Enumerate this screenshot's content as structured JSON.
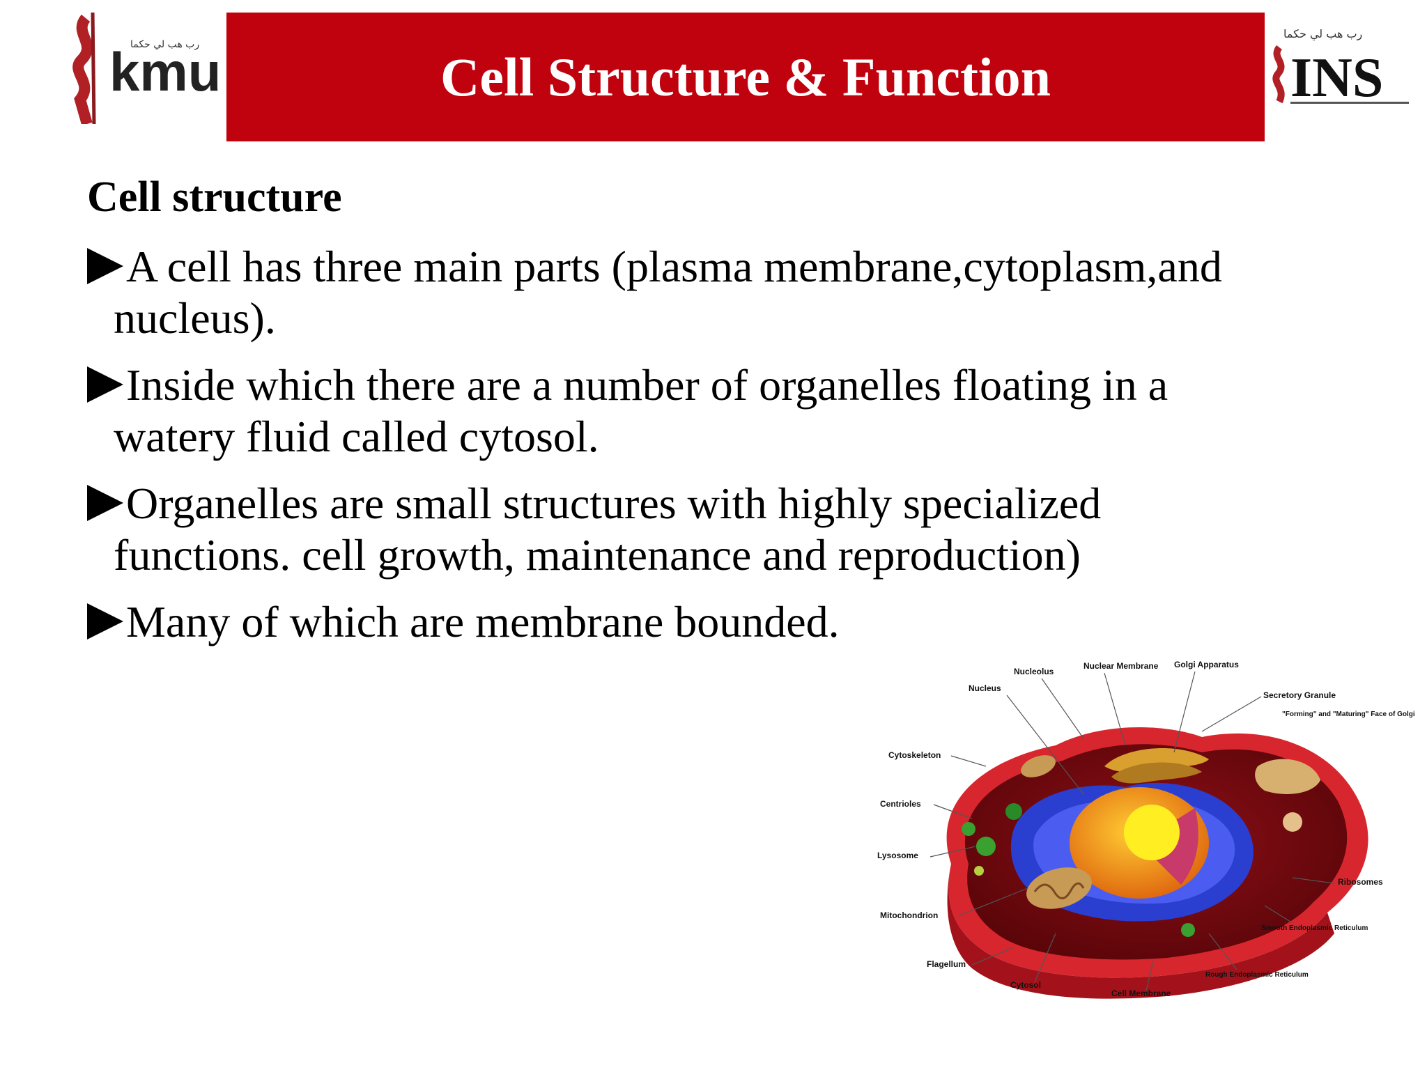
{
  "header": {
    "title": "Cell Structure & Function",
    "left_logo_text": "kmu",
    "left_logo_caption": "رب هب لي حكما",
    "right_logo_text": "INS",
    "right_logo_caption": "رب هب لي حكما",
    "banner_color": "#c0020e"
  },
  "content": {
    "heading": "Cell structure",
    "bullets": [
      {
        "line1": "A cell has three main parts (plasma membrane,cytoplasm,and",
        "line2": "nucleus)."
      },
      {
        "line1": "Inside which there are a number of organelles floating in a",
        "line2": "watery fluid called cytosol."
      },
      {
        "line1": "Organelles are small structures with highly specialized",
        "line2": "functions. cell growth, maintenance and reproduction)"
      },
      {
        "line1": "Many of which are membrane bounded.",
        "line2": ""
      }
    ]
  },
  "diagram": {
    "labels": {
      "nucleolus": "Nucleolus",
      "nuclear_membrane": "Nuclear Membrane",
      "golgi": "Golgi Apparatus",
      "nucleus": "Nucleus",
      "secretory_granule": "Secretory Granule",
      "forming_face": "\"Forming\" and \"Maturing\" Face of Golgi",
      "cytoskeleton": "Cytoskeleton",
      "centrioles": "Centrioles",
      "lysosome": "Lysosome",
      "ribosomes": "Ribosomes",
      "mitochondrion": "Mitochondrion",
      "smooth_er": "Smooth Endoplasmic Reticulum",
      "flagellum": "Flagellum",
      "rough_er": "Rough Endoplasmic Reticulum",
      "cytosol": "Cytosol",
      "cell_membrane": "Cell Membrane"
    }
  }
}
